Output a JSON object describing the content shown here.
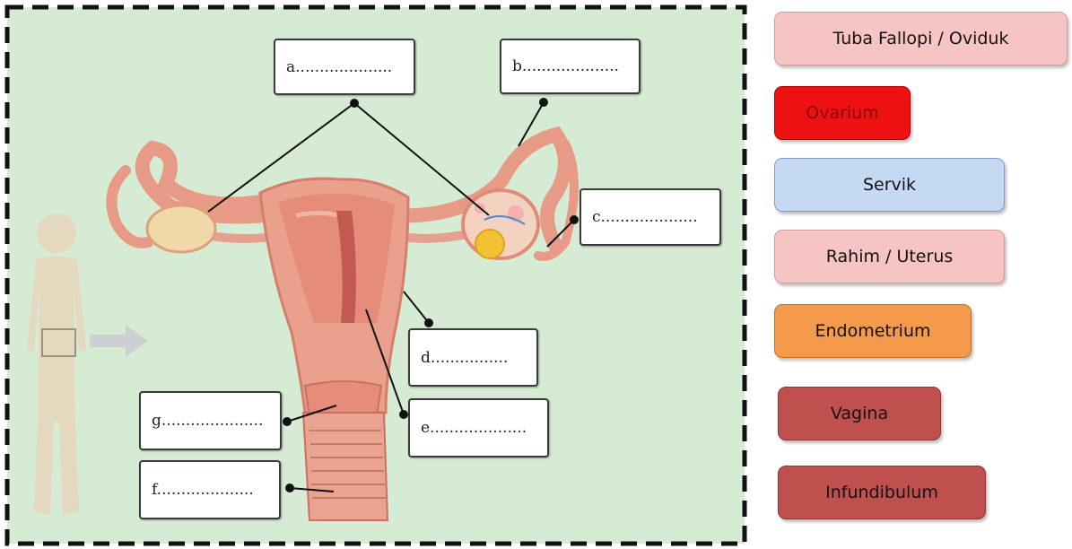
{
  "blanks": [
    {
      "id": "a",
      "text": "a...................."
    },
    {
      "id": "b",
      "text": "b...................."
    },
    {
      "id": "c",
      "text": "c...................."
    },
    {
      "id": "d",
      "text": "d................"
    },
    {
      "id": "e",
      "text": "e...................."
    },
    {
      "id": "g",
      "text": "g....................."
    },
    {
      "id": "f",
      "text": "f...................."
    }
  ],
  "answer_chips": [
    {
      "text": "Tuba Fallopi / Oviduk",
      "color": "#f7c4c4"
    },
    {
      "text": "Ovarium",
      "color": "#ee1111",
      "text_color": "#8a0000"
    },
    {
      "text": "Servik",
      "color": "#c6d9f3"
    },
    {
      "text": "Rahim / Uterus",
      "color": "#f7c4c4"
    },
    {
      "text": "Endometrium",
      "color": "#f5994a"
    },
    {
      "text": "Vagina",
      "color": "#c0504d"
    },
    {
      "text": "Infundibulum",
      "color": "#c0504d"
    }
  ]
}
